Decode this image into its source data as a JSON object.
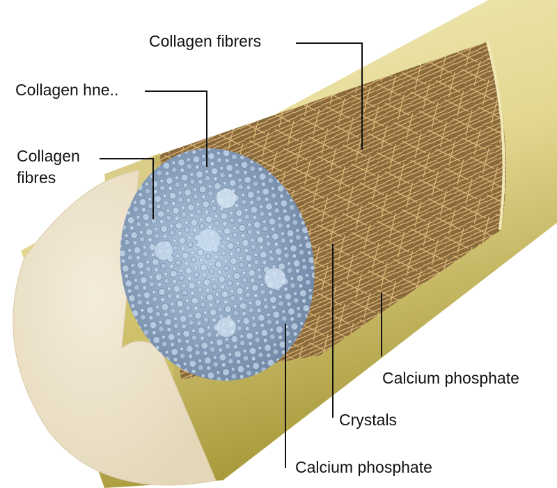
{
  "labels": {
    "collagen_fibrers": "Collagen fibrers",
    "collagen_hne": "Collagen hne..",
    "collagen_fibres_line1": "Collagen",
    "collagen_fibres_line2": "fibres",
    "calcium_phosphate_right": "Calcium phosphate",
    "crystals": "Crystals",
    "calcium_phosphate_bottom": "Calcium phosphate"
  },
  "colors": {
    "bone_outer": "#e6dc96",
    "bone_end": "#efe6cf",
    "fibers": "#b8915a",
    "fiber_strand": "#e2bd7e",
    "mineral": "#8fa9c6",
    "leader": "#111111"
  }
}
